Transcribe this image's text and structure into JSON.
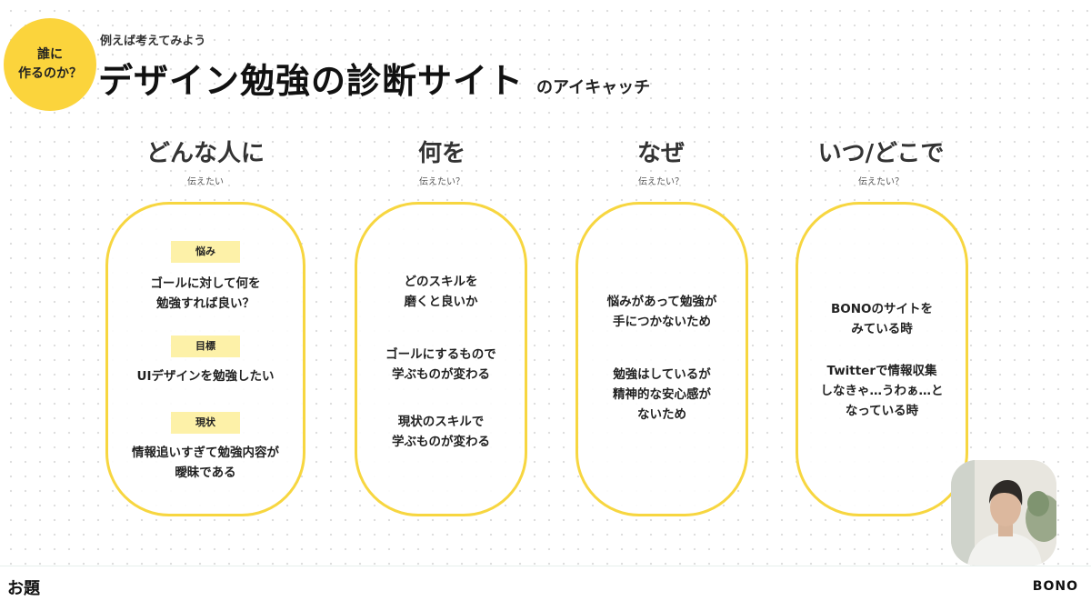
{
  "badge": {
    "line1": "誰に",
    "line2": "作るのか？"
  },
  "header": {
    "subtitle": "例えば考えてみよう",
    "title": "デザイン勉強の診断サイト",
    "title_suffix": "のアイキャッチ"
  },
  "columns": [
    {
      "heading": "どんな人に",
      "sub": "伝えたい"
    },
    {
      "heading": "何を",
      "sub": "伝えたい？"
    },
    {
      "heading": "なぜ",
      "sub": "伝えたい？"
    },
    {
      "heading": "いつ/どこで",
      "sub": "伝えたい？"
    }
  ],
  "card1": {
    "tag1": "悩み",
    "text1_line1": "ゴールに対して何を",
    "text1_line2": "勉強すれば良い？",
    "tag2": "目標",
    "text2_line1": "UIデザインを勉強したい",
    "tag3": "現状",
    "text3_line1": "情報追いすぎて勉強内容が",
    "text3_line2": "曖昧である"
  },
  "card2": {
    "text1_line1": "どのスキルを",
    "text1_line2": "磨くと良いか",
    "text2_line1": "ゴールにするもので",
    "text2_line2": "学ぶものが変わる",
    "text3_line1": "現状のスキルで",
    "text3_line2": "学ぶものが変わる"
  },
  "card3": {
    "text1_line1": "悩みがあって勉強が",
    "text1_line2": "手につかないため",
    "text2_line1": "勉強はしているが",
    "text2_line2": "精神的な安心感が",
    "text2_line3": "ないため"
  },
  "card4": {
    "text1_line1": "BONOのサイトを",
    "text1_line2": "みている時",
    "text2_line1": "Twitterで情報収集",
    "text2_line2": "しなきゃ…うわぁ…と",
    "text2_line3": "なっている時"
  },
  "footer": {
    "left": "お題",
    "right": "BONO"
  },
  "colors": {
    "accent_yellow": "#fbd43c",
    "card_border": "#f7d640",
    "tag_bg": "#fdf1a8"
  }
}
